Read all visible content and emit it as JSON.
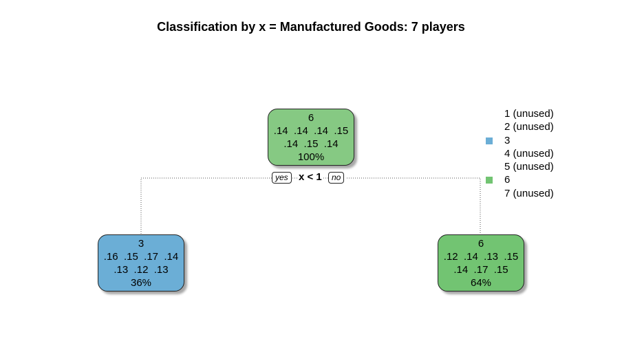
{
  "title": "Classification by x = Manufactured Goods: 7 players",
  "split": {
    "condition": "x < 1",
    "yes_label": "yes",
    "no_label": "no"
  },
  "nodes": {
    "root": {
      "class": "6",
      "probs_line1": ".14  .14  .14  .15",
      "probs_line2": ".14  .15  .14",
      "percent": "100%",
      "color": "#86c983"
    },
    "left": {
      "class": "3",
      "probs_line1": ".16  .15  .17  .14",
      "probs_line2": ".13  .12  .13",
      "percent": "36%",
      "color": "#6baed6"
    },
    "right": {
      "class": "6",
      "probs_line1": ".12  .14  .13  .15",
      "probs_line2": ".14  .17  .15",
      "percent": "64%",
      "color": "#72c472"
    }
  },
  "legend": [
    {
      "label": "1 (unused)",
      "color": null
    },
    {
      "label": "2 (unused)",
      "color": null
    },
    {
      "label": "3",
      "color": "#6baed6"
    },
    {
      "label": "4 (unused)",
      "color": null
    },
    {
      "label": "5 (unused)",
      "color": null
    },
    {
      "label": "6",
      "color": "#72c472"
    },
    {
      "label": "7 (unused)",
      "color": null
    }
  ]
}
